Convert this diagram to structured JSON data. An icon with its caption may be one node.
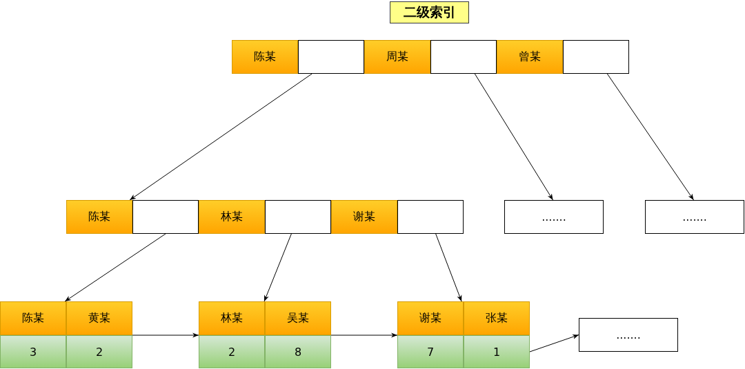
{
  "diagram": {
    "title": "二级索引",
    "nodes": [
      {
        "text": [
          "陈某"
        ]
      },
      {
        "text": [],
        "shape": "box"
      },
      {
        "text": [
          "周某"
        ]
      },
      {
        "text": [],
        "shape": "box"
      },
      {
        "text": [
          "曾某"
        ]
      },
      {
        "text": [],
        "shape": "box"
      },
      {
        "text": [
          "陈某"
        ]
      },
      {
        "text": [],
        "shape": "box"
      },
      {
        "text": [
          "林某"
        ]
      },
      {
        "text": [],
        "shape": "box"
      },
      {
        "text": [
          "谢某"
        ]
      },
      {
        "text": [],
        "shape": "box"
      },
      {
        "text": [
          "......."
        ]
      },
      {
        "text": [
          "......."
        ]
      },
      {
        "text": [
          "陈某"
        ]
      },
      {
        "text": [
          "黄某"
        ]
      },
      {
        "text": [
          "3"
        ]
      },
      {
        "text": [
          "2"
        ]
      },
      {
        "text": [
          "林某"
        ]
      },
      {
        "text": [
          "吴某"
        ]
      },
      {
        "text": [
          "2"
        ]
      },
      {
        "text": [
          "8"
        ]
      },
      {
        "text": [
          "谢某"
        ]
      },
      {
        "text": [
          "张某"
        ]
      },
      {
        "text": [
          "7"
        ]
      },
      {
        "text": [
          "1"
        ]
      },
      {
        "text": [
          "......."
        ]
      }
    ],
    "edges": [
      {
        "from": 1,
        "to": 6,
        "arrow": "to"
      },
      {
        "from": 3,
        "to": 12,
        "arrow": "to"
      },
      {
        "from": 5,
        "to": 13,
        "arrow": "to"
      },
      {
        "from": 7,
        "to": 14,
        "arrow": "to"
      },
      {
        "from": 9,
        "to": 18,
        "arrow": "to"
      },
      {
        "from": 11,
        "to": 22,
        "arrow": "to"
      },
      {
        "from": 17,
        "to": 20,
        "arrow": "to"
      },
      {
        "from": 21,
        "to": 24,
        "arrow": "to"
      },
      {
        "from": 25,
        "to": 26,
        "arrow": "to"
      }
    ]
  }
}
